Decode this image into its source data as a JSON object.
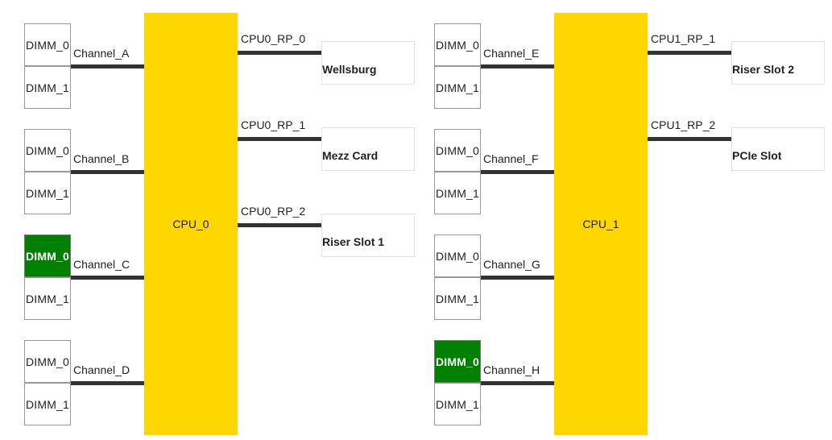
{
  "sockets": [
    {
      "cpu": "CPU_0",
      "channels": [
        {
          "name": "Channel_A",
          "dimms": [
            {
              "label": "DIMM_0",
              "populated": false
            },
            {
              "label": "DIMM_1",
              "populated": false
            }
          ]
        },
        {
          "name": "Channel_B",
          "dimms": [
            {
              "label": "DIMM_0",
              "populated": false
            },
            {
              "label": "DIMM_1",
              "populated": false
            }
          ]
        },
        {
          "name": "Channel_C",
          "dimms": [
            {
              "label": "DIMM_0",
              "populated": true
            },
            {
              "label": "DIMM_1",
              "populated": false
            }
          ]
        },
        {
          "name": "Channel_D",
          "dimms": [
            {
              "label": "DIMM_0",
              "populated": false
            },
            {
              "label": "DIMM_1",
              "populated": false
            }
          ]
        }
      ],
      "ports": [
        {
          "name": "CPU0_RP_0",
          "device": "Wellsburg"
        },
        {
          "name": "CPU0_RP_1",
          "device": "Mezz Card"
        },
        {
          "name": "CPU0_RP_2",
          "device": "Riser Slot 1"
        }
      ]
    },
    {
      "cpu": "CPU_1",
      "channels": [
        {
          "name": "Channel_E",
          "dimms": [
            {
              "label": "DIMM_0",
              "populated": false
            },
            {
              "label": "DIMM_1",
              "populated": false
            }
          ]
        },
        {
          "name": "Channel_F",
          "dimms": [
            {
              "label": "DIMM_0",
              "populated": false
            },
            {
              "label": "DIMM_1",
              "populated": false
            }
          ]
        },
        {
          "name": "Channel_G",
          "dimms": [
            {
              "label": "DIMM_0",
              "populated": false
            },
            {
              "label": "DIMM_1",
              "populated": false
            }
          ]
        },
        {
          "name": "Channel_H",
          "dimms": [
            {
              "label": "DIMM_0",
              "populated": true
            },
            {
              "label": "DIMM_1",
              "populated": false
            }
          ]
        }
      ],
      "ports": [
        {
          "name": "CPU1_RP_1",
          "device": "Riser Slot 2"
        },
        {
          "name": "CPU1_RP_2",
          "device": "PCIe Slot"
        }
      ]
    }
  ],
  "colors": {
    "cpu": "#FFD700",
    "populated_dimm": "#008000",
    "bus": "#333333"
  }
}
